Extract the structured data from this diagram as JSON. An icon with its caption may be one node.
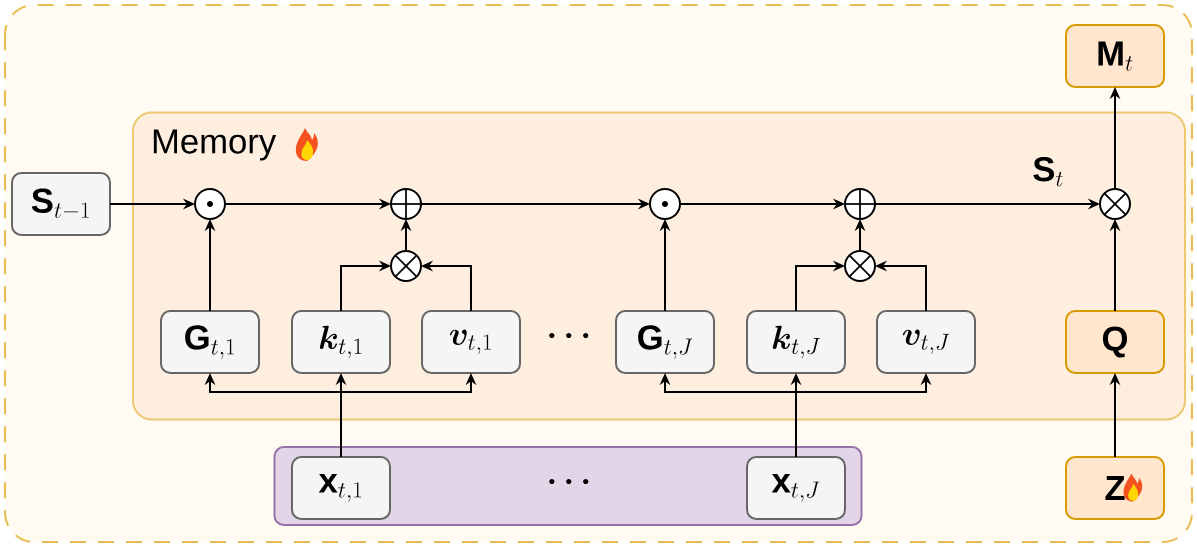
{
  "diagram": {
    "nodes": [
      {
        "text": [
          "Memory"
        ]
      },
      {
        "text": [
          "\\mathbf{S}_{t-1}"
        ]
      },
      {
        "text": [],
        "shape": "circle",
        "in": 0
      },
      {
        "text": [],
        "shape": "circle",
        "in": 0
      },
      {
        "text": [],
        "shape": "circle",
        "in": 0
      },
      {
        "text": [
          "\\mathbf{G}_{t,1}"
        ],
        "in": 0
      },
      {
        "text": [
          "\\bm{k}_{t,1}"
        ],
        "in": 0
      },
      {
        "text": [
          "\\bm{v}_{t,1}"
        ],
        "in": 0
      },
      {
        "text": [],
        "shape": "circle",
        "in": 0
      },
      {
        "text": [],
        "shape": "circle",
        "in": 0
      },
      {
        "text": [],
        "shape": "circle",
        "in": 0
      },
      {
        "text": [
          "\\mathbf{G}_{t,J}"
        ],
        "in": 0
      },
      {
        "text": [
          "\\bm{k}_{t,J}"
        ],
        "in": 0
      },
      {
        "text": [
          "\\bm{v}_{t,J}"
        ],
        "in": 0
      },
      {
        "text": [],
        "shape": "circle",
        "in": 0
      },
      {
        "text": [
          "\\mathbf{Q}"
        ],
        "in": 0
      },
      {
        "text": [
          "\\mathbf{M}_t"
        ]
      },
      {
        "text": [],
        "shape": "box"
      },
      {
        "text": [
          "\\mathbf{x}_{t,1}"
        ],
        "in": 17
      },
      {
        "text": [
          "\\mathbf{x}_{t,J}"
        ],
        "in": 17
      },
      {
        "text": [
          "\\mathbf{Z}"
        ]
      }
    ],
    "edges": [
      {
        "from": 1,
        "to": 2,
        "arrow": "to"
      },
      {
        "from": 2,
        "to": 3,
        "arrow": "to"
      },
      {
        "from": 3,
        "to": 8,
        "arrow": "to"
      },
      {
        "from": 8,
        "to": 9,
        "arrow": "to"
      },
      {
        "from": 9,
        "to": 14,
        "arrow": "to",
        "label": "\\mathbf{S}_t"
      },
      {
        "from": 5,
        "to": 2,
        "arrow": "to"
      },
      {
        "from": 6,
        "to": 4,
        "arrow": "to"
      },
      {
        "from": 7,
        "to": 4,
        "arrow": "to"
      },
      {
        "from": 4,
        "to": 3,
        "arrow": "to"
      },
      {
        "from": 11,
        "to": 8,
        "arrow": "to"
      },
      {
        "from": 12,
        "to": 10,
        "arrow": "to"
      },
      {
        "from": 13,
        "to": 10,
        "arrow": "to"
      },
      {
        "from": 10,
        "to": 9,
        "arrow": "to"
      },
      {
        "from": 15,
        "to": 14,
        "arrow": "to"
      },
      {
        "from": 14,
        "to": 16,
        "arrow": "to"
      },
      {
        "from": 18,
        "to": 5,
        "arrow": "to"
      },
      {
        "from": 18,
        "to": 6,
        "arrow": "to"
      },
      {
        "from": 18,
        "to": 7,
        "arrow": "to"
      },
      {
        "from": 19,
        "to": 11,
        "arrow": "to"
      },
      {
        "from": 19,
        "to": 12,
        "arrow": "to"
      },
      {
        "from": 19,
        "to": 13,
        "arrow": "to"
      },
      {
        "from": 20,
        "to": 15,
        "arrow": "to"
      }
    ],
    "labels": [
      "\\cdots",
      "\\cdots"
    ]
  }
}
